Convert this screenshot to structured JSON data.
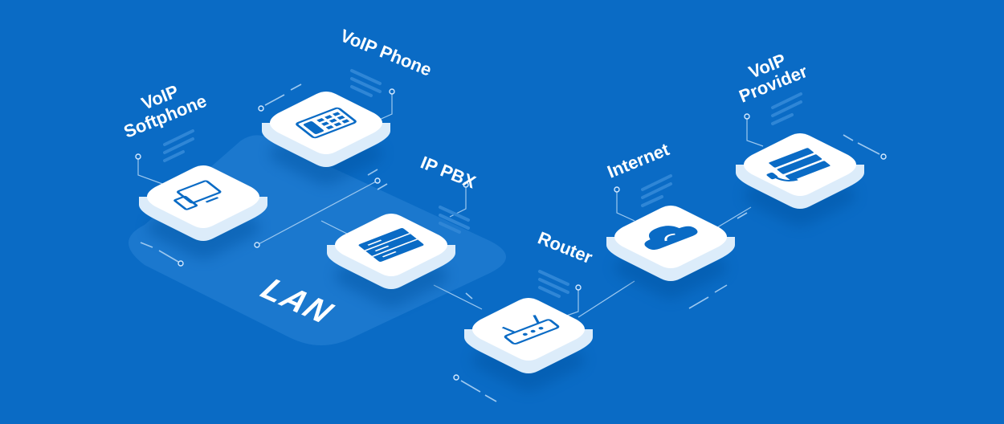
{
  "diagram": {
    "lan_label": "LAN",
    "nodes": {
      "softphone": {
        "label_line1": "VoIP",
        "label_line2": "Softphone",
        "icon": "computer-devices-icon"
      },
      "phone": {
        "label": "VoIP Phone",
        "icon": "desk-phone-icon"
      },
      "pbx": {
        "label": "IP PBX",
        "icon": "server-rack-icon"
      },
      "router": {
        "label": "Router",
        "icon": "router-icon"
      },
      "internet": {
        "label": "Internet",
        "icon": "cloud-icon"
      },
      "provider": {
        "label_line1": "VoIP",
        "label_line2": "Provider",
        "icon": "server-headset-icon"
      }
    },
    "colors": {
      "background": "#0a6bc5",
      "card_top": "#ffffff",
      "card_side": "#dcecfa",
      "icon": "#0a6bc5",
      "lan_zone": "#2a84d6",
      "wire": "#9ec9f0"
    }
  }
}
